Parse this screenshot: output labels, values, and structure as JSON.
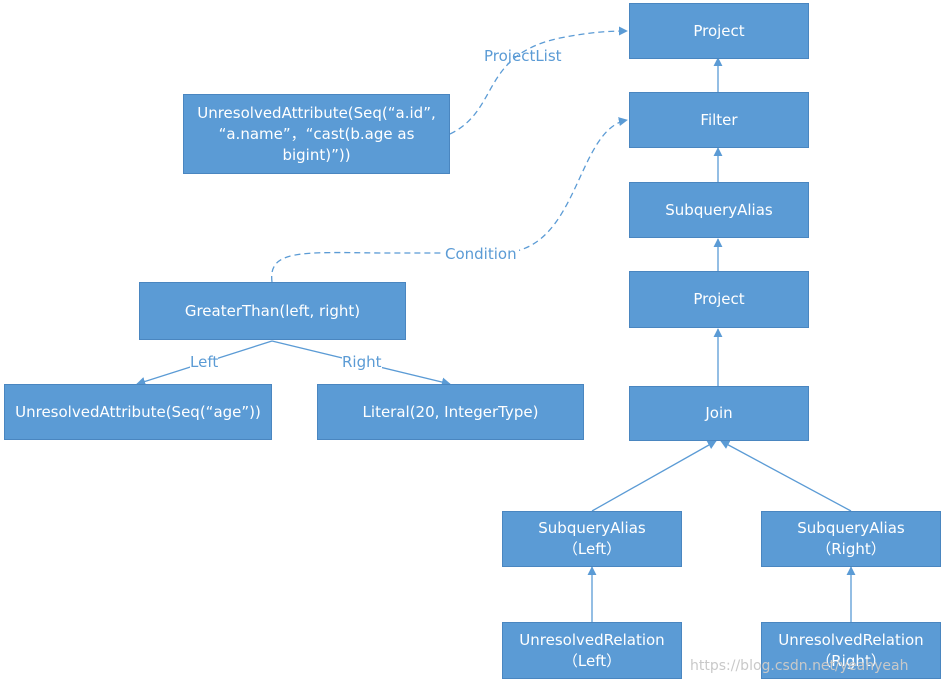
{
  "nodes": {
    "project_top": "Project",
    "filter": "Filter",
    "subquery_alias": "SubqueryAlias",
    "project_mid": "Project",
    "join": "Join",
    "subquery_left_l1": "SubqueryAlias",
    "subquery_left_l2": "（Left）",
    "subquery_right_l1": "SubqueryAlias",
    "subquery_right_l2": "（Right）",
    "relation_left_l1": "UnresolvedRelation",
    "relation_left_l2": "（Left）",
    "relation_right_l1": "UnresolvedRelation",
    "relation_right_l2": "（Right）",
    "unresolved_attr_l1": "UnresolvedAttribute(Seq(“a.id”,",
    "unresolved_attr_l2": "“a.name”，“cast(b.age as",
    "unresolved_attr_l3": "bigint)”))",
    "greater_than": "GreaterThan(left, right)",
    "unresolved_age": "UnresolvedAttribute(Seq(“age”))",
    "literal": "Literal(20, IntegerType)"
  },
  "edge_labels": {
    "project_list": "ProjectList",
    "condition": "Condition",
    "left": "Left",
    "right": "Right"
  },
  "watermark": "https://blog.csdn.net/yeahyeah",
  "colors": {
    "node_fill": "#5b9bd5",
    "node_text": "#ffffff",
    "edge": "#5b9bd5"
  }
}
